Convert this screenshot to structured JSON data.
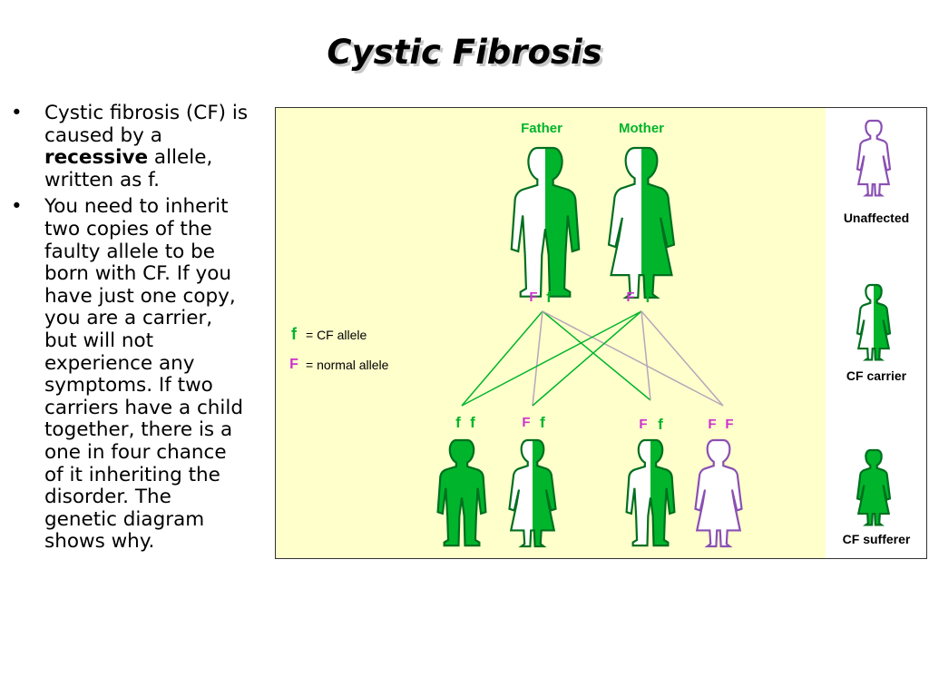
{
  "slide": {
    "title": "Cystic Fibrosis",
    "bullets": [
      {
        "pre": "Cystic fibrosis (CF) is caused by a ",
        "bold": "recessive",
        "post": " allele, written as f."
      },
      {
        "pre": "You need to inherit two copies of the faulty allele to be born with CF. If you have just one copy, you are a carrier, but will not experience any symptoms. If two carriers have a child together, there is a one in four chance of it inheriting the disorder. The genetic diagram shows why.",
        "bold": "",
        "post": ""
      }
    ]
  },
  "diagram": {
    "parents": {
      "father_label": "Father",
      "mother_label": "Mother",
      "father_alleles": [
        "F",
        "f"
      ],
      "mother_alleles": [
        "F",
        "f"
      ]
    },
    "key": {
      "cf_symbol": "f",
      "cf_text": "= CF allele",
      "normal_symbol": "F",
      "normal_text": "= normal allele"
    },
    "children": [
      {
        "alleles": [
          "f",
          "f"
        ],
        "status": "sufferer"
      },
      {
        "alleles": [
          "F",
          "f"
        ],
        "status": "carrier"
      },
      {
        "alleles": [
          "F",
          "f"
        ],
        "status": "carrier"
      },
      {
        "alleles": [
          "F",
          "F"
        ],
        "status": "unaffected"
      }
    ],
    "legend": {
      "unaffected": "Unaffected",
      "carrier": "CF carrier",
      "sufferer": "CF sufferer"
    },
    "colors": {
      "green": "#00b52b",
      "dark_green": "#006f1f",
      "purple": "#8a4fb3",
      "magenta": "#cc33cc",
      "grey_line": "#b8a6b8",
      "panel_bg": "#ffffcc"
    }
  }
}
